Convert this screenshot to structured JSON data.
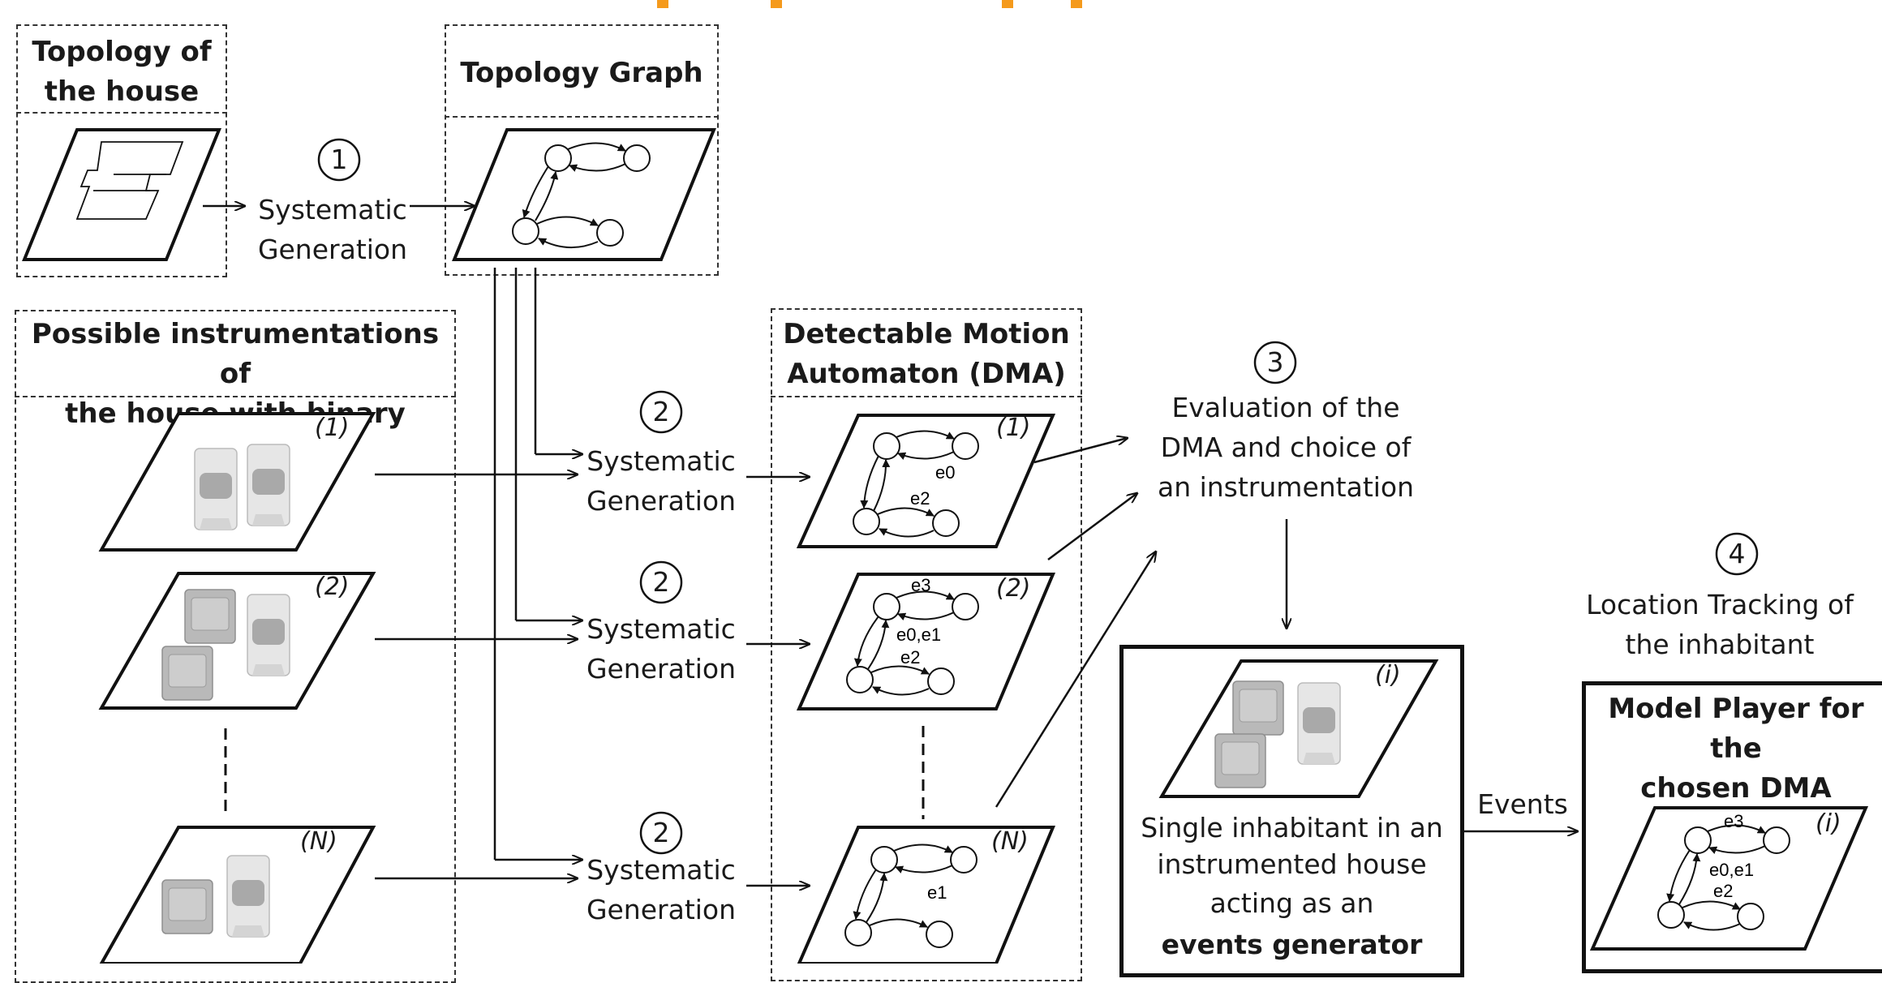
{
  "top_accents": [
    "",
    "",
    "",
    ""
  ],
  "boxes": {
    "house_topology": {
      "title": "Topology of\nthe house"
    },
    "topology_graph": {
      "title": "Topology Graph"
    },
    "instrumentations": {
      "title": "Possible instrumentations of\nthe house with binary sensors"
    },
    "dma": {
      "title": "Detectable Motion\nAutomaton (DMA)"
    }
  },
  "steps": {
    "step1": {
      "number": "1",
      "label": "Systematic\nGeneration"
    },
    "step2": {
      "number": "2",
      "label": "Systematic\nGeneration"
    },
    "step3": {
      "number": "3",
      "label": "Evaluation of the\nDMA and choice of\nan instrumentation"
    },
    "step4": {
      "number": "4",
      "label": "Location Tracking of\nthe inhabitant"
    }
  },
  "instances": {
    "one": "(1)",
    "two": "(2)",
    "n": "(N)",
    "i": "(i)"
  },
  "edge_labels": {
    "e0": "e0",
    "e2": "e2",
    "e3": "e3",
    "e0e1": "e0,e1",
    "e1": "e1"
  },
  "generator": {
    "text_line1": "Single inhabitant in an",
    "text_line2": "instrumented house",
    "text_line3": "acting as an",
    "text_bold": "events generator"
  },
  "events_label": "Events",
  "player": {
    "title": "Model Player for the\nchosen DMA"
  },
  "colors": {
    "accent": "#f59a1c",
    "line": "#111111",
    "sensor": "#d0d0d0"
  }
}
